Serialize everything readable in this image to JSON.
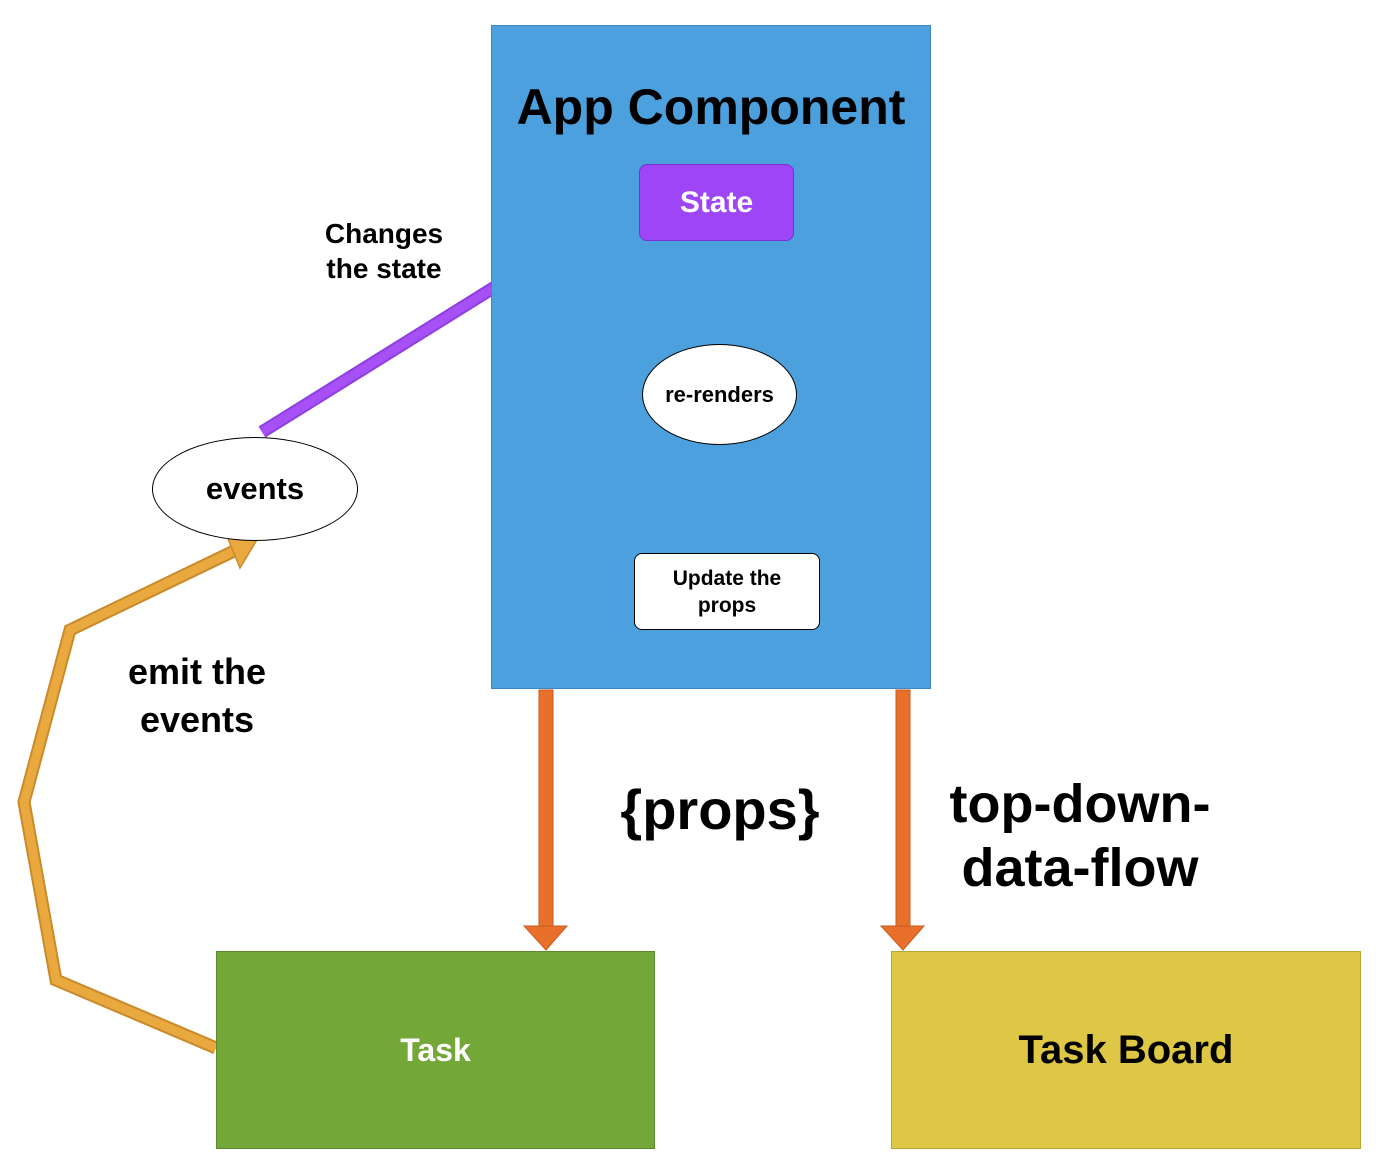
{
  "diagram": {
    "app": {
      "title": "App Component"
    },
    "state": {
      "label": "State"
    },
    "rerenders": {
      "label": "re-renders"
    },
    "update_props": {
      "label": "Update the props"
    },
    "events": {
      "label": "events"
    },
    "task": {
      "label": "Task"
    },
    "task_board": {
      "label": "Task Board"
    },
    "labels": {
      "changes_state": "Changes the state",
      "emit_events": "emit the events",
      "props": "{props}",
      "top_down": "top-down-data-flow"
    },
    "colors": {
      "app_box": "#4ca0dd",
      "state_box": "#9e46f5",
      "task_box": "#73a738",
      "task_board_box": "#dec745",
      "purple_arrow": "#9e46f5",
      "dark_red_arrow": "#8a2a2a",
      "orange_arrow": "#e8702a",
      "gold_arrow": "#e8a73a"
    }
  }
}
